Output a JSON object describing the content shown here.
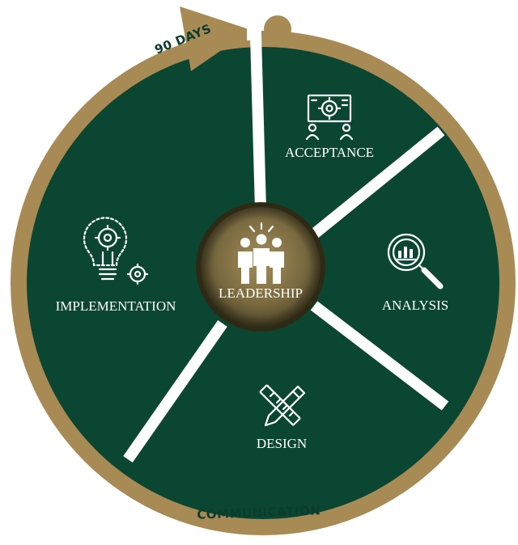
{
  "diagram": {
    "center_label": "LEADERSHIP",
    "segments": [
      {
        "label": "ACCEPTANCE",
        "icon": "presentation-gear-icon"
      },
      {
        "label": "ANALYSIS",
        "icon": "magnifier-chart-icon"
      },
      {
        "label": "DESIGN",
        "icon": "pencil-ruler-icon"
      },
      {
        "label": "IMPLEMENTATION",
        "icon": "lightbulb-gears-icon"
      }
    ],
    "ring_top_label": "90 DAYS",
    "ring_bottom_label": "COMMUNICATION",
    "center_icon": "team-people-icon"
  },
  "colors": {
    "wheel_green": "#0b4632",
    "ring_gold": "#a88a55",
    "center_gold": "#8d7a4e",
    "divider": "#ffffff",
    "ring_text": "#0b3d2e"
  }
}
